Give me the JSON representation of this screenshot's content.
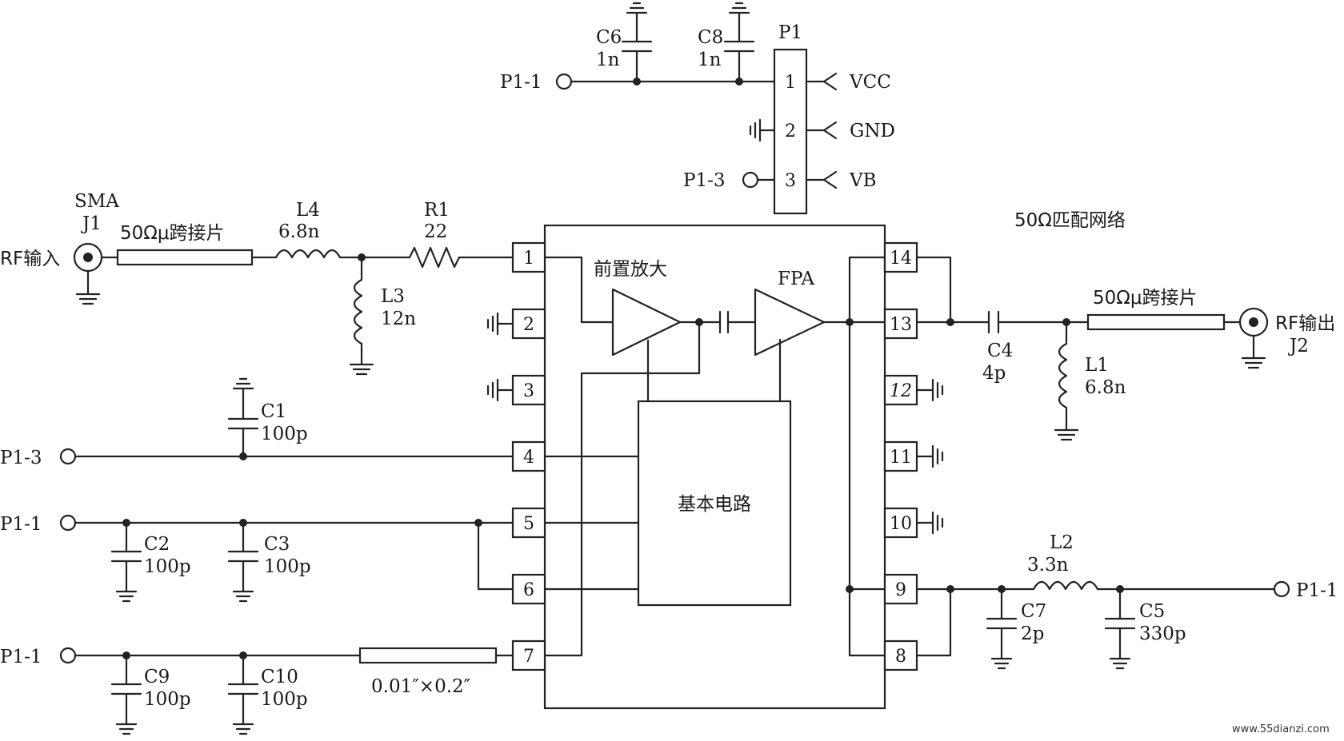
{
  "labels": {
    "c6": "C6",
    "c6v": "1n",
    "c8": "C8",
    "c8v": "1n",
    "p1": "P1",
    "vcc": "VCC",
    "gnd": "GND",
    "vb": "VB",
    "p1_1_top": "P1-1",
    "p1_3_top": "P1-3",
    "sma": "SMA",
    "j1": "J1",
    "rf_in": "RF输入",
    "strip_in": "50Ωμ跨接片",
    "l4": "L4",
    "l4v": "6.8n",
    "r1": "R1",
    "r1v": "22",
    "l3": "L3",
    "l3v": "12n",
    "c1": "C1",
    "c1v": "100p",
    "p1_3_left": "P1-3",
    "p1_1_left_a": "P1-1",
    "c2": "C2",
    "c2v": "100p",
    "c3": "C3",
    "c3v": "100p",
    "p1_1_left_b": "P1-1",
    "c9": "C9",
    "c9v": "100p",
    "c10": "C10",
    "c10v": "100p",
    "strip_dim": "0.01″×0.2″",
    "preamp": "前置放大",
    "fpa": "FPA",
    "basic": "基本电路",
    "match": "50Ω匹配网络",
    "c4": "C4",
    "c4v": "4p",
    "strip_out": "50Ωμ跨接片",
    "rf_out": "RF输出",
    "j2": "J2",
    "l1": "L1",
    "l1v": "6.8n",
    "l2": "L2",
    "l2v": "3.3n",
    "c7": "C7",
    "c7v": "2p",
    "c5": "C5",
    "c5v": "330p",
    "p1_1_right": "P1-1",
    "watermark": "www.55dianzi.com"
  },
  "pins": {
    "p1_1": "1",
    "p1_2": "2",
    "p1_3": "3",
    "n1": "1",
    "n2": "2",
    "n3": "3",
    "n4": "4",
    "n5": "5",
    "n6": "6",
    "n7": "7",
    "n8": "8",
    "n9": "9",
    "n10": "10",
    "n11": "11",
    "n12": "12",
    "n13": "13",
    "n14": "14"
  }
}
